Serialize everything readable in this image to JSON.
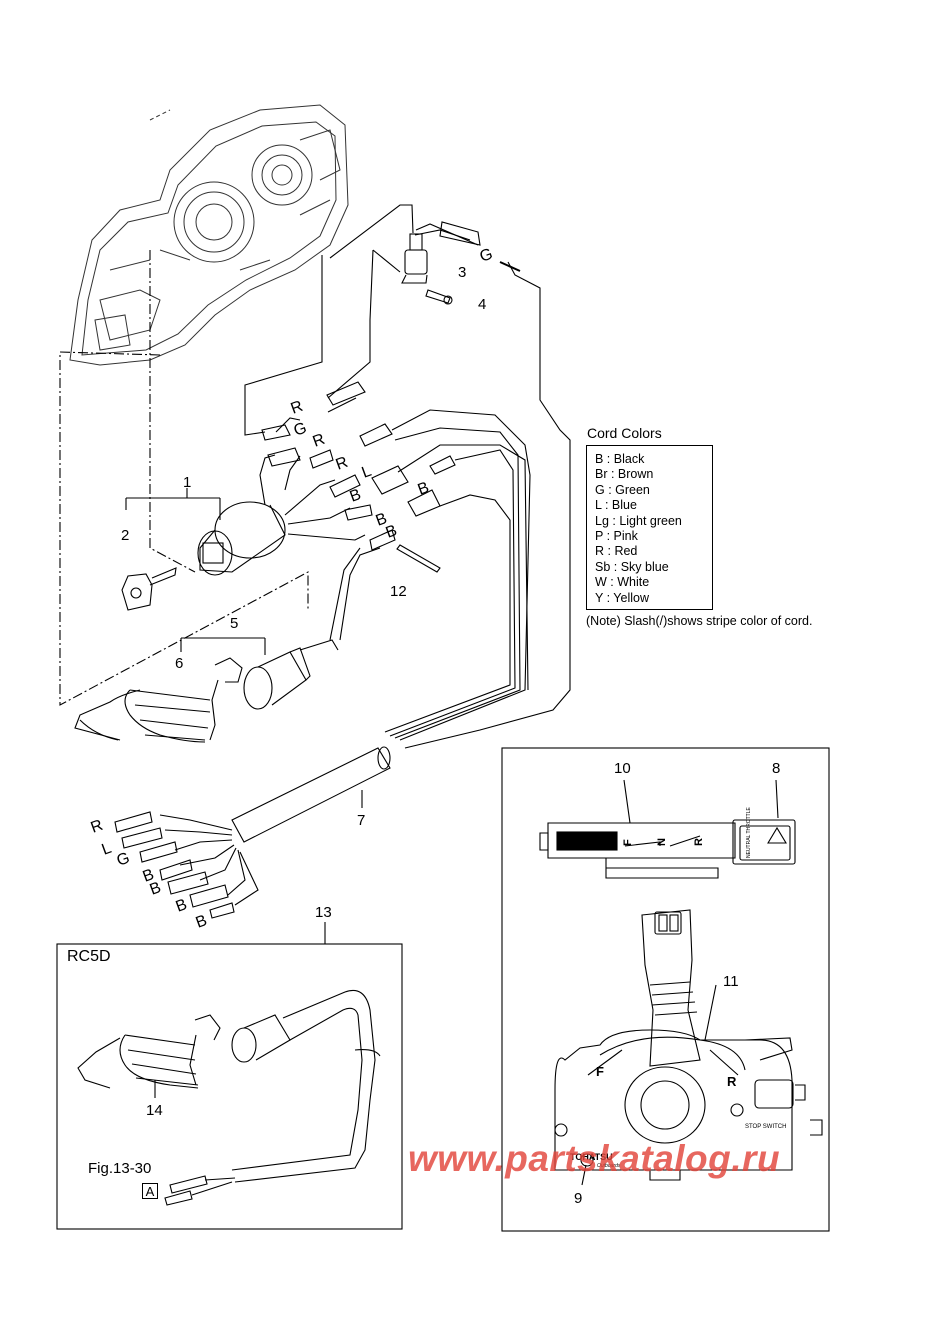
{
  "part_numbers": {
    "n1": "1",
    "n2": "2",
    "n3": "3",
    "n4": "4",
    "n5": "5",
    "n6": "6",
    "n7": "7",
    "n8": "8",
    "n9": "9",
    "n10": "10",
    "n11": "11",
    "n12": "12",
    "n13": "13",
    "n14": "14"
  },
  "wire_labels": {
    "upper": [
      "R",
      "G",
      "R",
      "R",
      "L",
      "B",
      "B",
      "B",
      "B",
      "G"
    ],
    "lower": [
      "R",
      "L",
      "G",
      "B",
      "B",
      "B",
      "B"
    ]
  },
  "legend": {
    "title": "Cord Colors",
    "rows": [
      "B  :  Black",
      "Br  :  Brown",
      "G  :  Green",
      "L  :  Blue",
      "Lg  :  Light green",
      "P  :  Pink",
      "R  :  Red",
      "Sb  :  Sky blue",
      "W  :  White",
      "Y  :  Yellow"
    ],
    "note": "(Note) Slash(/)shows stripe color of cord."
  },
  "inset": {
    "title": "RC5D",
    "fig_ref": "Fig.13-30",
    "fig_box": "A"
  },
  "remote_box": {
    "shift_marks": {
      "f": "F",
      "n": "N",
      "r": "R"
    },
    "brand": "TOHATSU",
    "brand_sub": "Outboards",
    "stop_switch": "STOP SWITCH",
    "neutral_label": "NEUTRAL THROTTLE"
  },
  "watermark": "www.partskatalog.ru"
}
